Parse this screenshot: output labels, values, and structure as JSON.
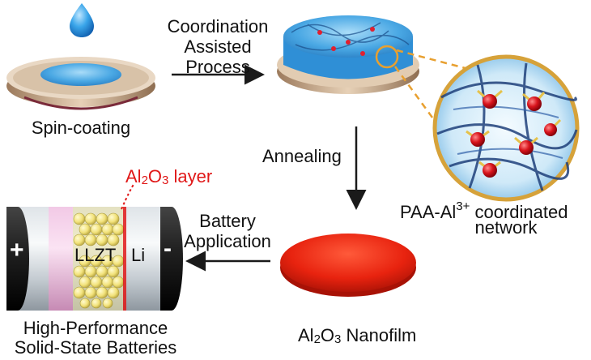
{
  "steps": {
    "spin_coating": "Spin-coating",
    "coordination_line1": "Coordination",
    "coordination_line2": "Assisted",
    "coordination_line3": "Process",
    "annealing": "Annealing",
    "battery_line1": "Battery",
    "battery_line2": "Application"
  },
  "network": {
    "prefix": "PAA-Al",
    "superscript": "3+",
    "suffix": " coordinated",
    "line2": "network"
  },
  "nanofilm": {
    "part1": "Al",
    "sub1": "2",
    "part2": "O",
    "sub2": "3",
    "rest": " Nanofilm"
  },
  "layer": {
    "part1": "Al",
    "sub1": "2",
    "part2": "O",
    "sub2": "3",
    "rest": " layer"
  },
  "battery": {
    "plus": "+",
    "minus": "-",
    "llzt": "LLZT",
    "li": "Li",
    "caption_line1": "High-Performance",
    "caption_line2": "Solid-State Batteries"
  },
  "colors": {
    "disc_rim": "#c9a989",
    "gel_blue": "#3aa0e0",
    "film_red": "#e8230f",
    "arrow": "#1a1a1a",
    "dashed_orange": "#e8a030",
    "label_red": "#e01818"
  }
}
